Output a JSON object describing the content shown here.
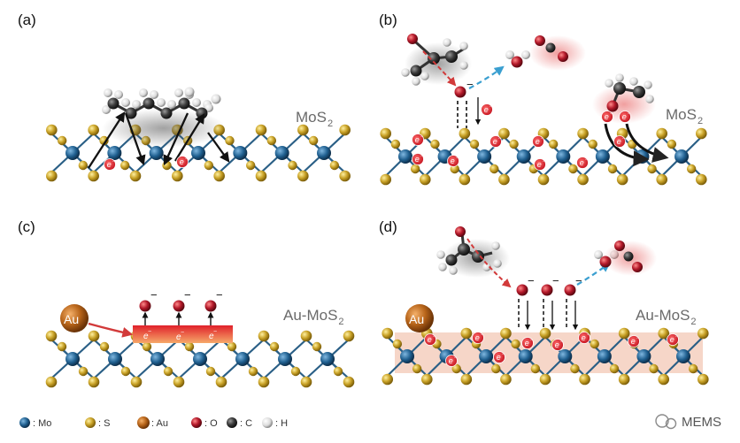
{
  "panels": {
    "a": {
      "label": "(a)",
      "material": "MoS",
      "sub": "2"
    },
    "b": {
      "label": "(b)",
      "material": "MoS",
      "sub": "2"
    },
    "c": {
      "label": "(c)",
      "material": "Au-MoS",
      "sub": "2",
      "au": "Au"
    },
    "d": {
      "label": "(d)",
      "material": "Au-MoS",
      "sub": "2",
      "au": "Au"
    }
  },
  "electron": "e",
  "minus": "−",
  "legend": {
    "mo": ": Mo",
    "s": ": S",
    "au": ": Au",
    "o": ": O",
    "c": ": C",
    "h": ": H"
  },
  "watermark": "MEMS",
  "colors": {
    "mo": "#1f5f8f",
    "s": "#c9a227",
    "au": "#b8651a",
    "o": "#b3192a",
    "c": "#3a3a3a",
    "h": "#e6e6e6",
    "band": "#f6d6c8",
    "charge": "#d4202a"
  }
}
